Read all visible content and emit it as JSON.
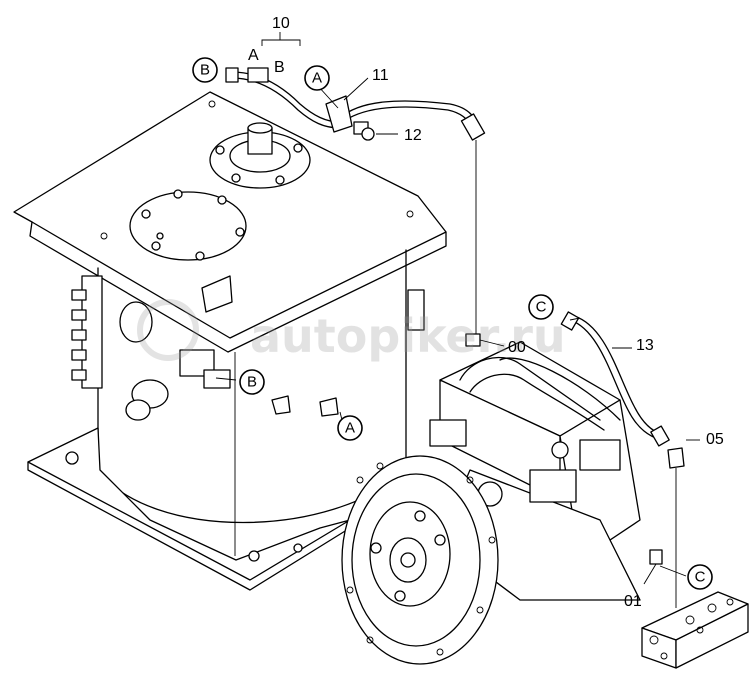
{
  "part_labels": {
    "p10": "10",
    "p11": "11",
    "p12": "12",
    "p13": "13",
    "p00": "00",
    "p05": "05",
    "p01": "01"
  },
  "hose_end_labels": {
    "end_a": "A",
    "end_b": "B"
  },
  "callouts": {
    "b_hose": "B",
    "a_clamp": "A",
    "c_hose": "C",
    "b_tank": "B",
    "a_tank": "A",
    "c_pump": "C"
  },
  "watermark": "autopiker.ru",
  "colors": {
    "line": "#000000",
    "background": "#ffffff",
    "watermark": "#9a9a9a"
  }
}
